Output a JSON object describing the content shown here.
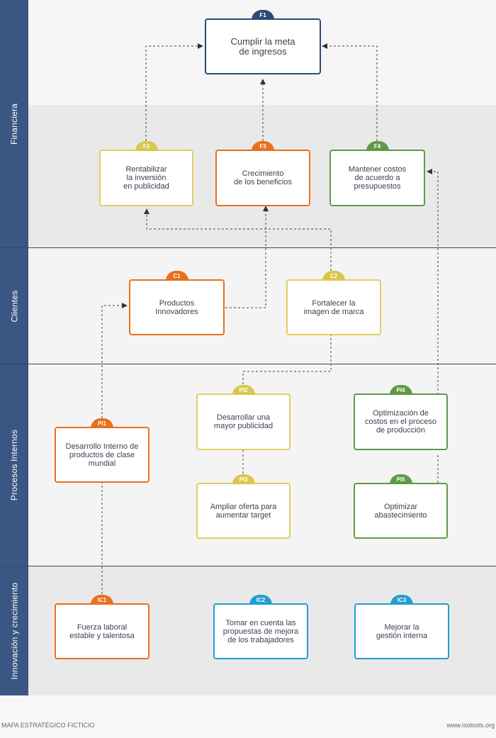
{
  "perspectives": {
    "financiera": "Financiera",
    "clientes": "Clientes",
    "procesos": "Procesos Internos",
    "innovacion": "Innovación y crecimiento"
  },
  "objectives": {
    "F1": {
      "code": "F1",
      "text": "Cumplir la meta\nde ingresos"
    },
    "F2": {
      "code": "F2",
      "text": "Rentabilizar\nla inversión\nen publicidad"
    },
    "F3": {
      "code": "F3",
      "text": "Crecimiento\nde los beneficios"
    },
    "F4": {
      "code": "F4",
      "text": "Mantener costos\nde acuerdo a\npresupuestos"
    },
    "C1": {
      "code": "C1",
      "text": "Productos\nInnovadores"
    },
    "C2": {
      "code": "C2",
      "text": "Fortalecer la\nimagen de marca"
    },
    "PI1": {
      "code": "PI1",
      "text": "Desarrollo Interno de\nproductos de clase\nmundial"
    },
    "PI2": {
      "code": "PI2",
      "text": "Desarrollar una\nmayor publicidad"
    },
    "PI3": {
      "code": "PI3",
      "text": "Ampliar oferta para\naumentar target"
    },
    "PI4": {
      "code": "PI4",
      "text": "Optimización de\ncostos en el proceso\nde producción"
    },
    "PI5": {
      "code": "PI5",
      "text": "Optimizar\nabastecimiento"
    },
    "IC1": {
      "code": "IC1",
      "text": "Fuerza laboral\nestable y talentosa"
    },
    "IC2": {
      "code": "IC2",
      "text": "Tomar en cuenta las\npropuestas de mejora\nde los trabajadores"
    },
    "IC3": {
      "code": "IC3",
      "text": "Mejorar la\ngestión interna"
    }
  },
  "colors": {
    "sidebar": "#3a5683",
    "financial_top": "#2c4a78",
    "yellow": "#e0d060",
    "orange": "#e8701e",
    "green": "#5e9a45",
    "cyan": "#1fa0d0"
  },
  "footer": {
    "left": "MAPA ESTRATÉGICO FICTICIO",
    "right": "www.isotools.org"
  }
}
